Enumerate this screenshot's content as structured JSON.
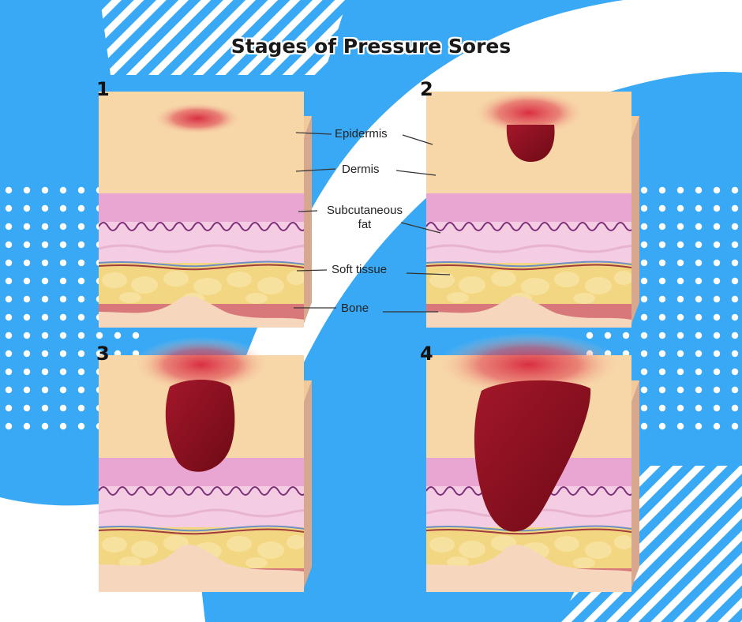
{
  "title": "Stages of Pressure Sores",
  "stages": [
    {
      "number": "1"
    },
    {
      "number": "2"
    },
    {
      "number": "3"
    },
    {
      "number": "4"
    }
  ],
  "layer_labels": {
    "epidermis": "Epidermis",
    "dermis": "Dermis",
    "subcutaneous_line1": "Subcutaneous",
    "subcutaneous_line2": "fat",
    "soft_tissue": "Soft tissue",
    "bone": "Bone"
  },
  "colors": {
    "background_blue": "#3aa9f5",
    "skin_top": "#f7d6a8",
    "epidermis": "#e9a6d3",
    "dermis": "#f5cde2",
    "fat": "#f2d681",
    "soft_tissue": "#d9787a",
    "bone": "#f6d7bd",
    "wound": "#8c0f1e"
  }
}
